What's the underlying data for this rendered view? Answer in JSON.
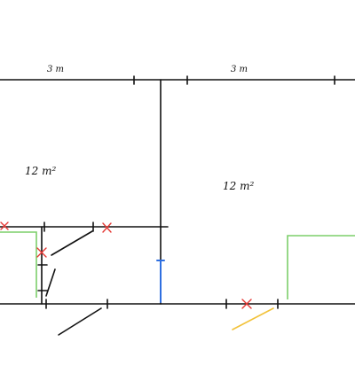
{
  "dimensions": {
    "left_width": "3 m",
    "right_width": "3 m"
  },
  "rooms": [
    {
      "area": "12 m²"
    },
    {
      "area": "12 m²"
    }
  ],
  "colors": {
    "wall": "#111111",
    "marker": "#e53935",
    "green_outline": "#7ccf6a",
    "blue_segment": "#2f6fe0",
    "yellow_segment": "#f2c23a"
  },
  "markers": {
    "count": 4,
    "symbol": "×"
  }
}
